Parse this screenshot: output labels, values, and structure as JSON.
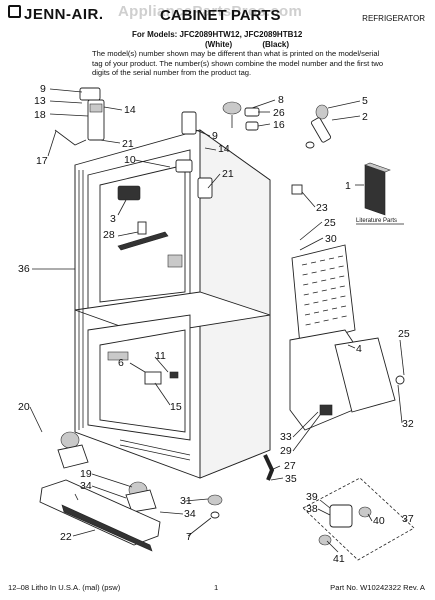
{
  "header": {
    "brand": "JENN-AIR.",
    "watermark": "AppliancePartsPros.com",
    "title": "CABINET PARTS",
    "appliance": "REFRIGERATOR",
    "models": "For Models: JFC2089HTW12, JFC2089HTB12",
    "colors": "(White) (Black)",
    "note": "The model(s) number shown may be different than what is printed on the model/serial tag of your product. The number(s) shown combine the model number and the first two digits of the serial number from the product tag."
  },
  "callouts": [
    "9",
    "13",
    "18",
    "17",
    "14",
    "21",
    "10",
    "14",
    "9",
    "3",
    "28",
    "36",
    "8",
    "26",
    "16",
    "21",
    "23",
    "25",
    "30",
    "5",
    "2",
    "1",
    "4",
    "25",
    "6",
    "11",
    "15",
    "20",
    "19",
    "34",
    "22",
    "31",
    "7",
    "34",
    "33",
    "29",
    "27",
    "35",
    "32",
    "39",
    "38",
    "40",
    "37",
    "41"
  ],
  "literature_label": "Literature Parts",
  "footer": {
    "left": "12–08 Litho In U.S.A. (mal) (psw)",
    "page": "1",
    "right": "Part No. W10242322 Rev. A"
  }
}
